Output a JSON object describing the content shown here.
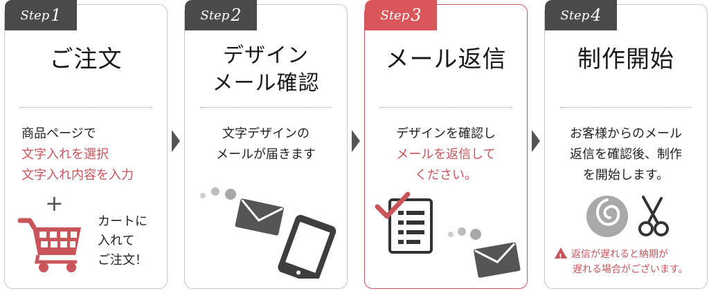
{
  "steps": [
    {
      "tab_word": "Step",
      "tab_num": "1",
      "title": "ご注文",
      "desc_lines": [
        "商品ページで",
        "文字入れを選択",
        "文字入れ内容を入力"
      ],
      "plus": "+",
      "cart_note_lines": [
        "カートに",
        "入れて",
        "ご注文！"
      ]
    },
    {
      "tab_word": "Step",
      "tab_num": "2",
      "title_lines": [
        "デザイン",
        "メール確認"
      ],
      "desc_lines": [
        "文字デザインの",
        "メールが届きます"
      ]
    },
    {
      "tab_word": "Step",
      "tab_num": "3",
      "title": "メール返信",
      "desc_lines": [
        "デザインを確認し",
        "メールを返信して",
        "ください。"
      ]
    },
    {
      "tab_word": "Step",
      "tab_num": "4",
      "title": "制作開始",
      "desc_lines": [
        "お客様からのメール",
        "返信を確認後、制作",
        "を開始します。"
      ],
      "warning_lines": [
        "返信が遅れると納期が",
        "遅れる場合がございます。"
      ]
    }
  ],
  "icons": {
    "cart": "shopping-cart-icon",
    "mail": "envelope-icon",
    "phone": "smartphone-icon",
    "checklist": "checklist-icon",
    "rose": "rose-icon",
    "scissors": "scissors-icon",
    "warning": "warning-icon"
  },
  "colors": {
    "accent": "#c9545a",
    "dark": "#4a4a4a",
    "border": "#c8c8c8"
  }
}
